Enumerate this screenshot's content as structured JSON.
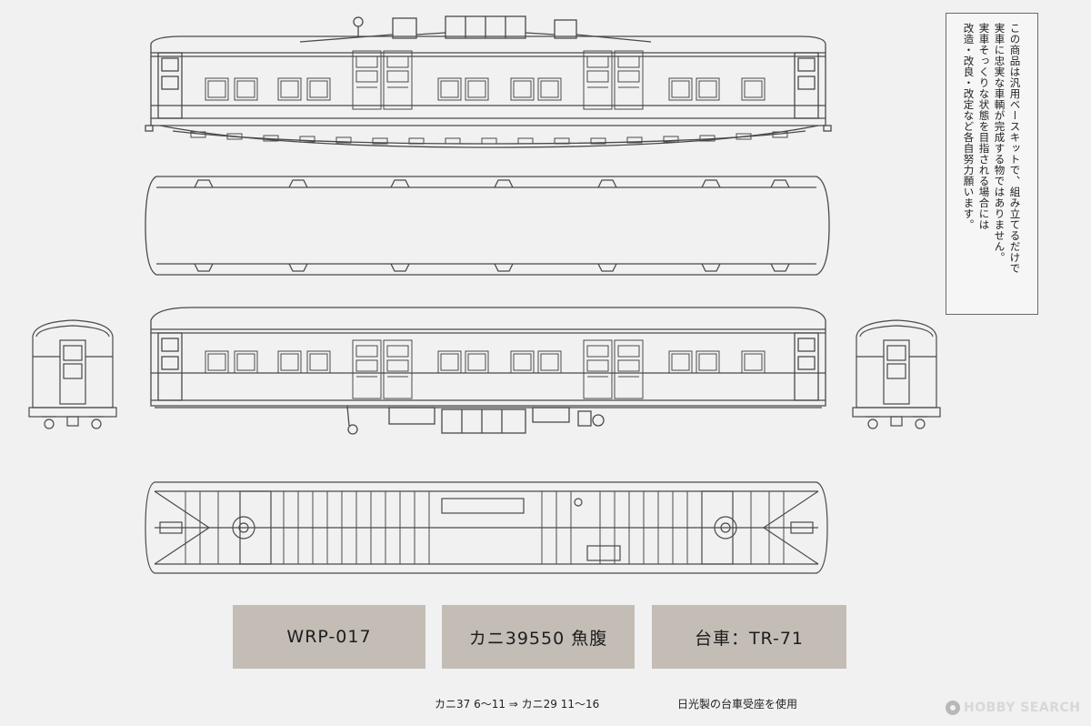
{
  "notice": {
    "lines": [
      "この商品は汎用ベースキットで、組み立てるだけで",
      "実車に忠実な車輌が完成する物ではありません。",
      "実車そっくりな状態を目指される場合には",
      "改造・改良・改定など各自努力願います。"
    ]
  },
  "labels": {
    "code": "WRP-017",
    "car": "カニ39550 魚腹",
    "bogie": "台車：TR-71"
  },
  "captions": {
    "conversion": "カニ37 6～11 ⇒ カニ29 11～16",
    "seat": "日光製の台車受座を使用"
  },
  "brand": {
    "name": "HOBBY SEARCH"
  },
  "colors": {
    "line": "#4a4a4a",
    "background": "#f1f1f1",
    "label_box": "#c3bdb6"
  }
}
